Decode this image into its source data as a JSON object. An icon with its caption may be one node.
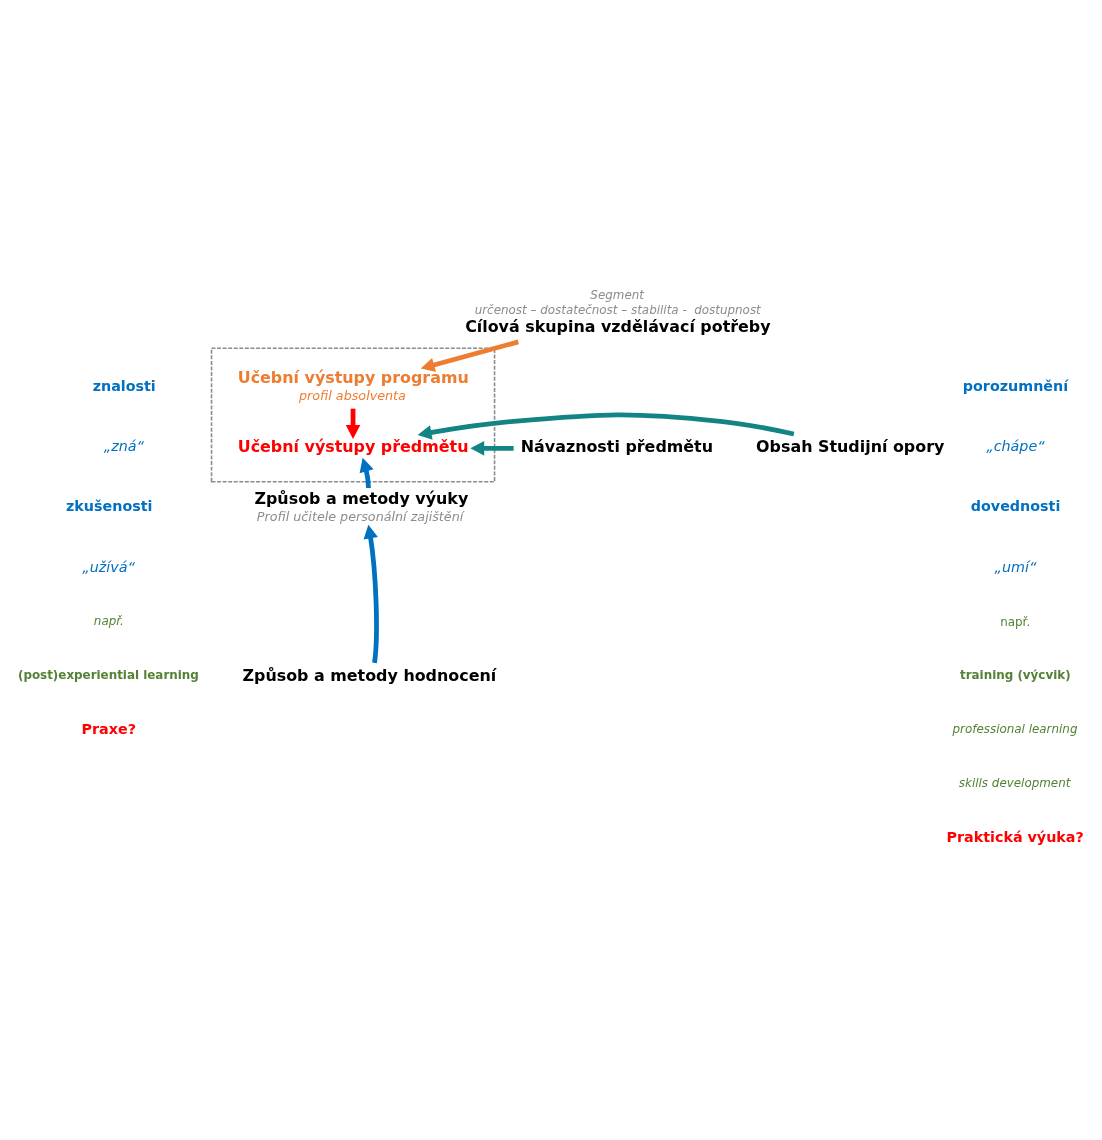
{
  "diagram": {
    "nodes": [
      {
        "text": [],
        "shape": "box"
      },
      {
        "text": [
          "Cílová skupina vzdělávací potřeby"
        ],
        "beside": [
          "Segment",
          "určenost – dostatečnost – stabilita -  dostupnost"
        ]
      },
      {
        "text": [
          "Učební výstupy programu",
          "profil absolventa"
        ],
        "in": 0
      },
      {
        "text": [
          "Učební výstupy předmětu"
        ],
        "in": 0
      },
      {
        "text": [
          "Návaznosti předmětu"
        ]
      },
      {
        "text": [
          "Obsah Studijní opory"
        ]
      },
      {
        "text": [
          "Způsob a metody výuky",
          "Profil učitele personální zajištění"
        ]
      },
      {
        "text": [
          "Způsob a metody hodnocení"
        ]
      }
    ],
    "edges": [
      {
        "from": 1,
        "to": 2,
        "arrow": "to",
        "color": "#ed7d31"
      },
      {
        "from": 2,
        "to": 3,
        "arrow": "to",
        "color": "#ff0000"
      },
      {
        "from": 4,
        "to": 3,
        "arrow": "to",
        "color": "#138484"
      },
      {
        "from": 5,
        "to": 3,
        "arrow": "to",
        "color": "#138484"
      },
      {
        "from": 6,
        "to": 3,
        "arrow": "to"
      },
      {
        "from": 7,
        "to": 6,
        "arrow": "to"
      }
    ],
    "labels": [
      "znalosti",
      "„zná“",
      "porozumnění",
      "„chápe“",
      "zkušenosti",
      "„užívá“",
      "dovednosti",
      "„umí“",
      "např.",
      "(post)experiential learning",
      "např.",
      "training (výcvik)",
      "professional learning",
      "skills development",
      "Praxe?",
      "Praktická výuka?"
    ]
  }
}
